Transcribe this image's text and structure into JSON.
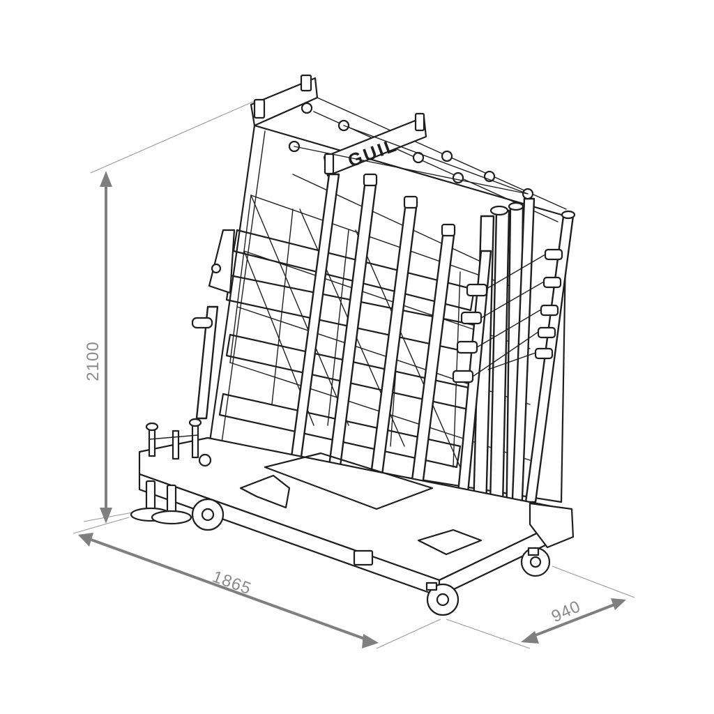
{
  "diagram": {
    "brand_label": "GUIL",
    "dimensions": {
      "height": "2100",
      "length": "1865",
      "depth": "940"
    },
    "colors": {
      "line": "#1e1e1e",
      "dimension": "#7f7f7f",
      "background": "#ffffff"
    }
  }
}
